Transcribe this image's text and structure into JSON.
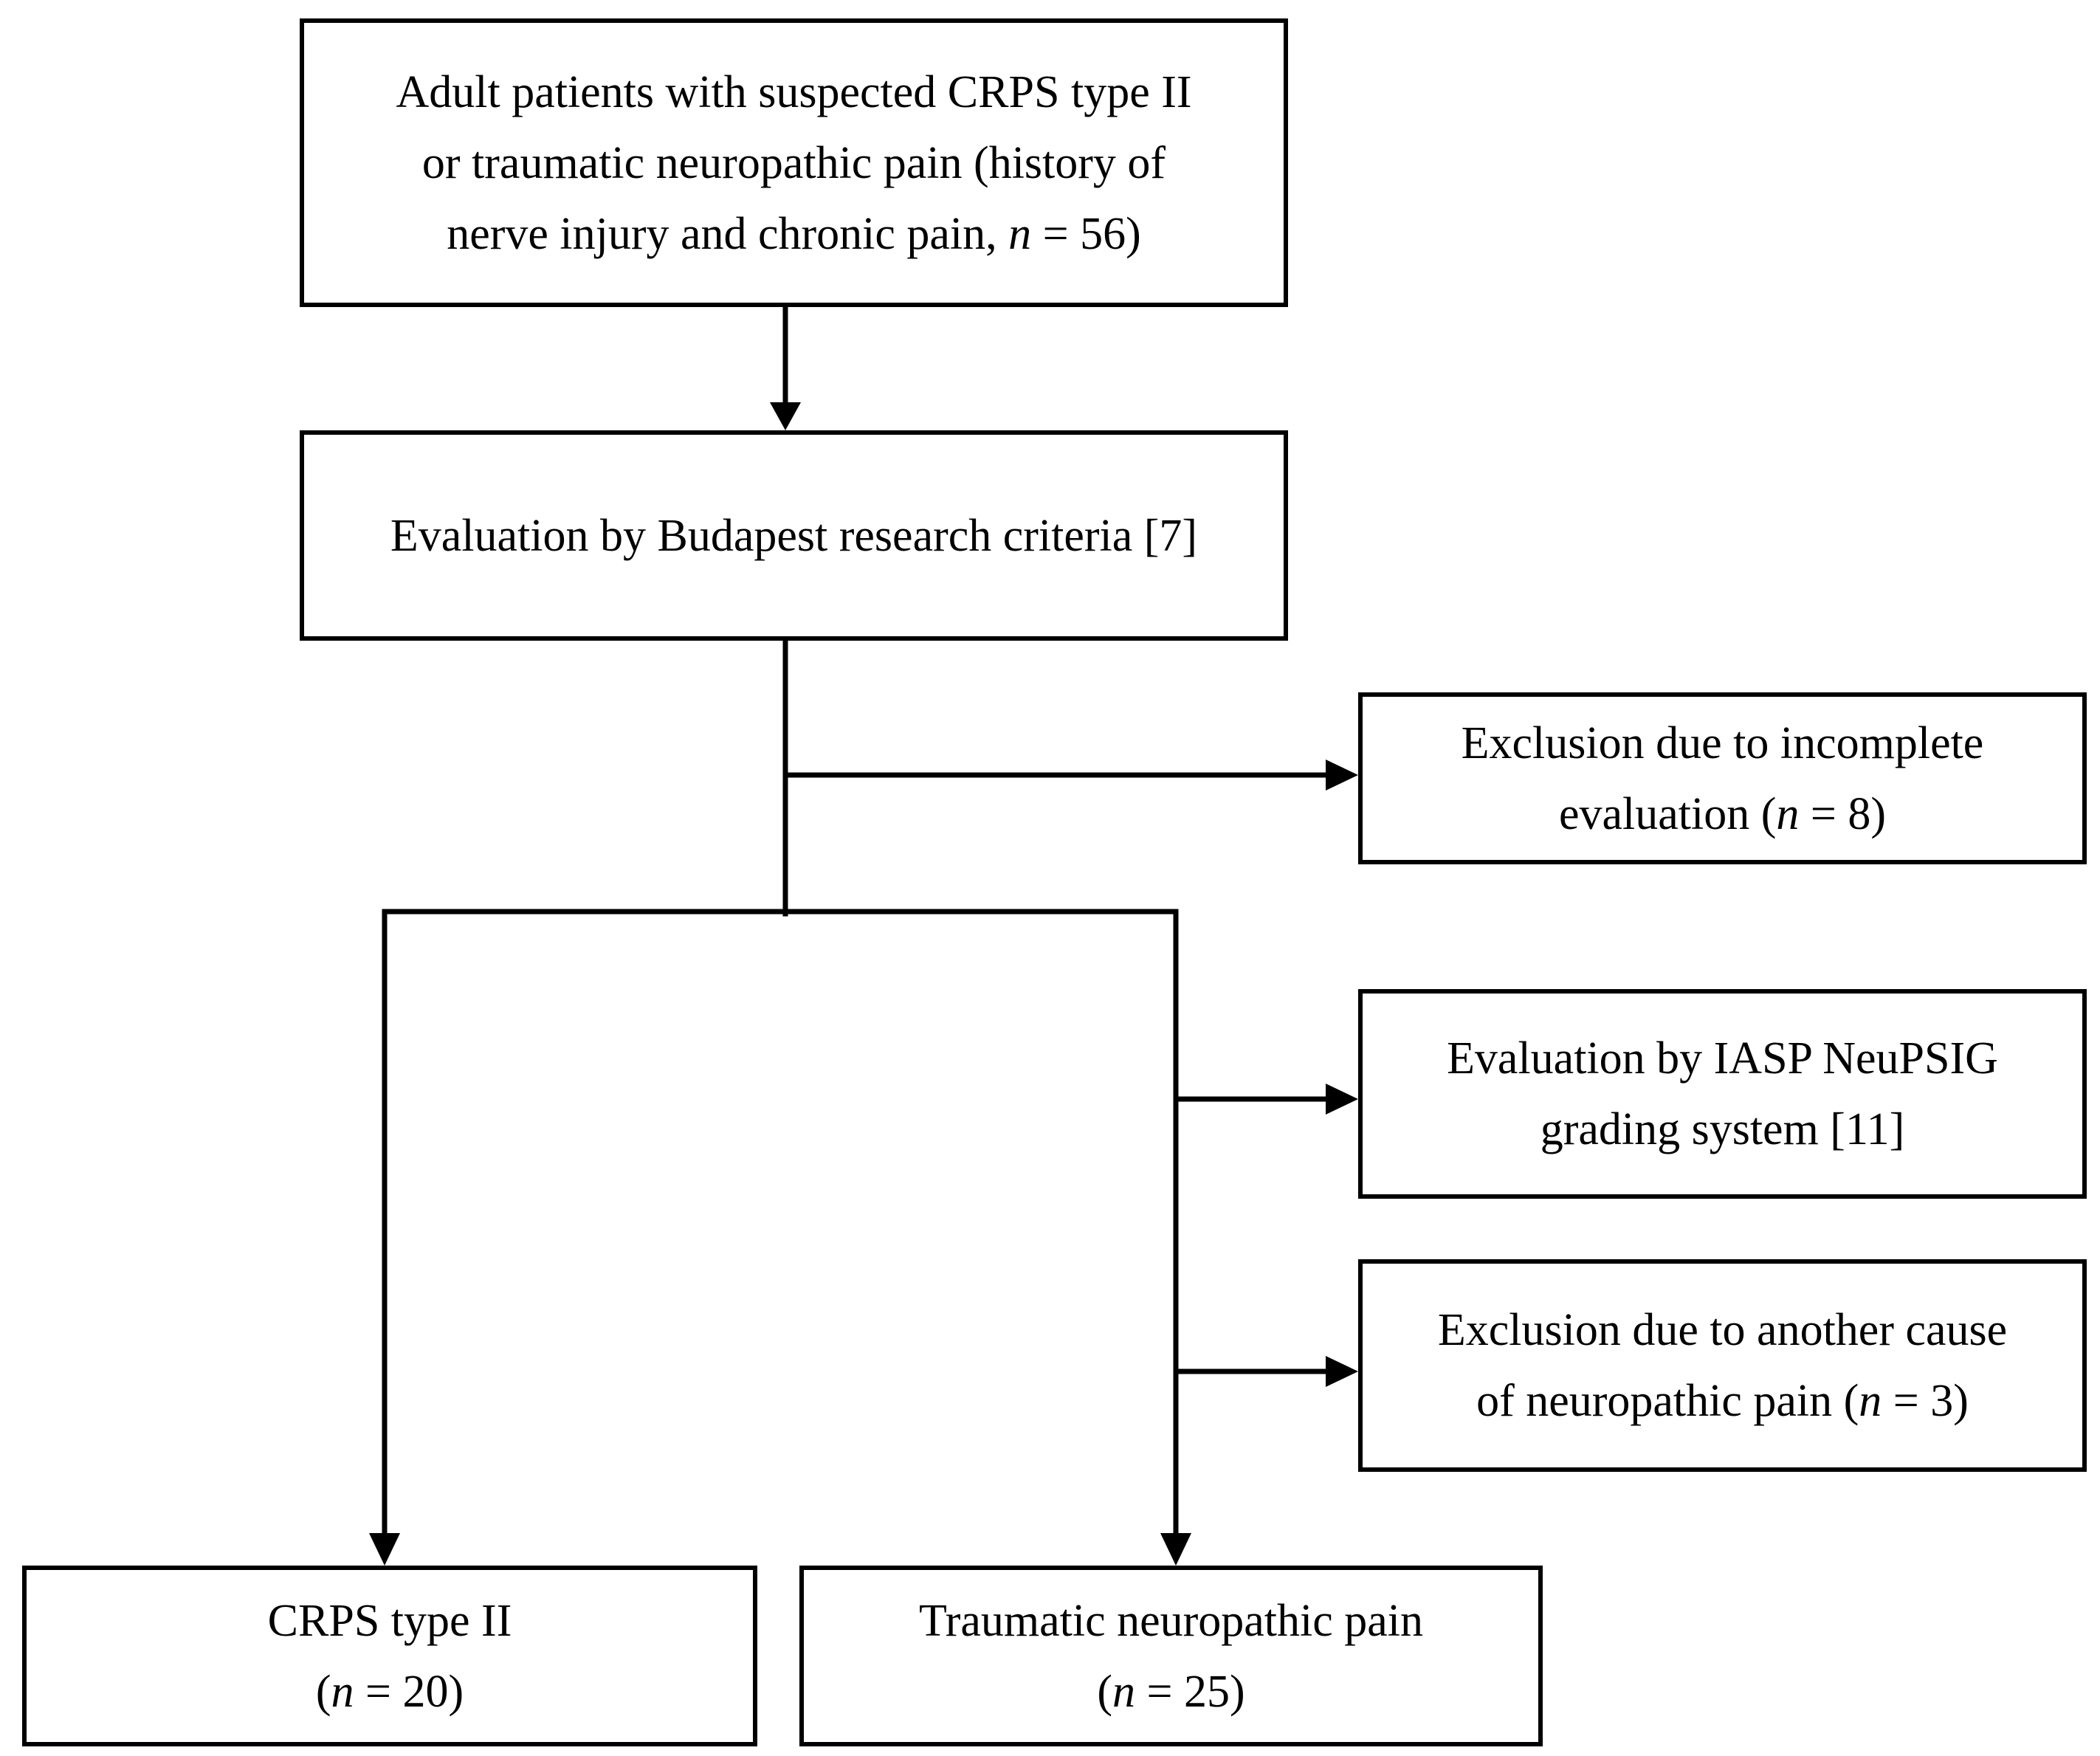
{
  "figure": {
    "type": "flowchart",
    "background_color": "#ffffff",
    "line_color": "#000000",
    "nodes": {
      "enrollment": {
        "lines": [
          "Adult patients with suspected CRPS type II",
          "or traumatic neuropathic pain (history of",
          "nerve injury and chronic pain, *n* = 56)"
        ]
      },
      "budapest": {
        "lines": [
          "Evaluation by Budapest research criteria [7]"
        ]
      },
      "exclusion_incomplete": {
        "lines": [
          "Exclusion due to incomplete",
          "evaluation (*n* = 8)"
        ]
      },
      "iasp": {
        "lines": [
          "Evaluation by IASP NeuPSIG",
          "grading system [11]"
        ]
      },
      "exclusion_other": {
        "lines": [
          "Exclusion due to another cause",
          "of neuropathic pain (*n* = 3)"
        ]
      },
      "crps": {
        "lines": [
          "CRPS type II",
          "(*n* = 20)"
        ]
      },
      "tnp": {
        "lines": [
          "Traumatic neuropathic pain",
          "(*n* = 25)"
        ]
      }
    }
  }
}
